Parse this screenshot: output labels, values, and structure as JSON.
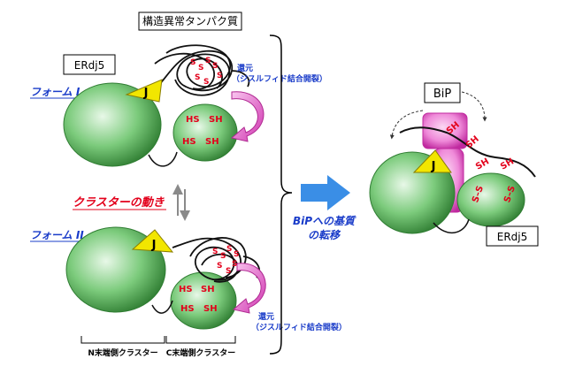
{
  "labels": {
    "misfolded_protein": "構造異常タンパク質",
    "erdj5_top": "ERdj5",
    "erdj5_bottom": "ERdj5",
    "bip": "BiP",
    "form1": "フォーム I",
    "form2": "フォーム II",
    "cluster_movement": "クラスターの動き",
    "reduction_label_top": "還元",
    "reduction_sub_top": "（ジスルフィド結合開裂）",
    "reduction_label_bottom": "還元",
    "reduction_sub_bottom": "（ジスルフィド結合開裂）",
    "transfer_line1": "BiPへの基質",
    "transfer_line2": "の転移",
    "n_cluster": "N末端側クラスター",
    "c_cluster": "C末端側クラスター",
    "j_top": "J",
    "j_bottom": "J",
    "j_right": "J"
  },
  "thiols": {
    "top": [
      "HS",
      "SH",
      "HS",
      "SH"
    ],
    "bottom": [
      "HS",
      "SH",
      "HS",
      "SH"
    ],
    "right_sh": [
      "SH",
      "SH",
      "SH",
      "SH"
    ],
    "right_ss": [
      "S–S",
      "S–S"
    ]
  },
  "colors": {
    "green_dark": "#2f7d32",
    "green_light": "#cfeecf",
    "magenta": "#e24dbf",
    "pink": "#f7b5ea",
    "yellow": "#f2e600",
    "blue_arrow": "#3a8ee6",
    "red": "#e3001b",
    "blue_text": "#1a3cc9"
  }
}
